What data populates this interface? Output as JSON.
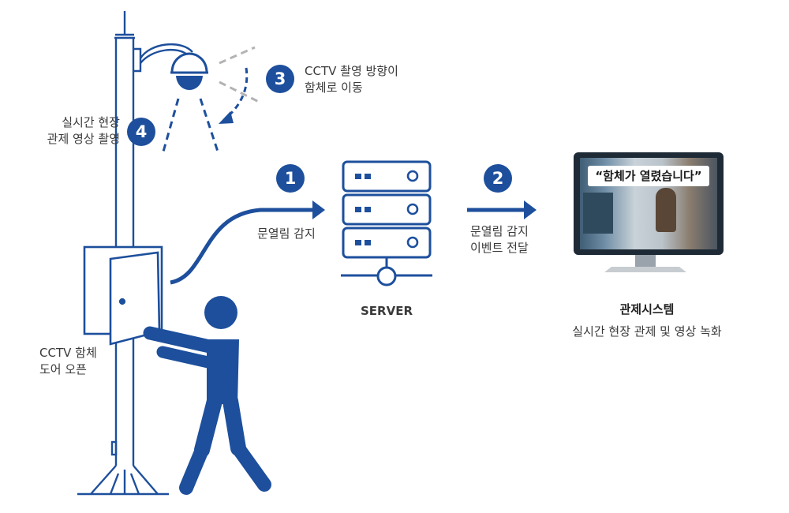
{
  "steps": {
    "step1": {
      "number": "1",
      "label": "문열림 감지"
    },
    "step2": {
      "number": "2",
      "label_line1": "문열림 감지",
      "label_line2": "이벤트 전달"
    },
    "step3": {
      "number": "3",
      "label_line1": "CCTV 촬영 방향이",
      "label_line2": "함체로 이동"
    },
    "step4": {
      "number": "4",
      "label_line1": "실시간 현장",
      "label_line2": "관제 영상 촬영"
    }
  },
  "door_label": {
    "line1": "CCTV 함체",
    "line2": "도어 오픈"
  },
  "server": {
    "label": "SERVER"
  },
  "monitor": {
    "caption": "“함체가 열렸습니다”"
  },
  "control_system": {
    "title": "관제시스템",
    "subtitle": "실시간 현장 관제 및 영상 녹화"
  },
  "colors": {
    "primary": "#1d4f9c",
    "line": "#1d4f9c",
    "text": "#3a3a3a",
    "dashed": "#b3b3b3"
  }
}
